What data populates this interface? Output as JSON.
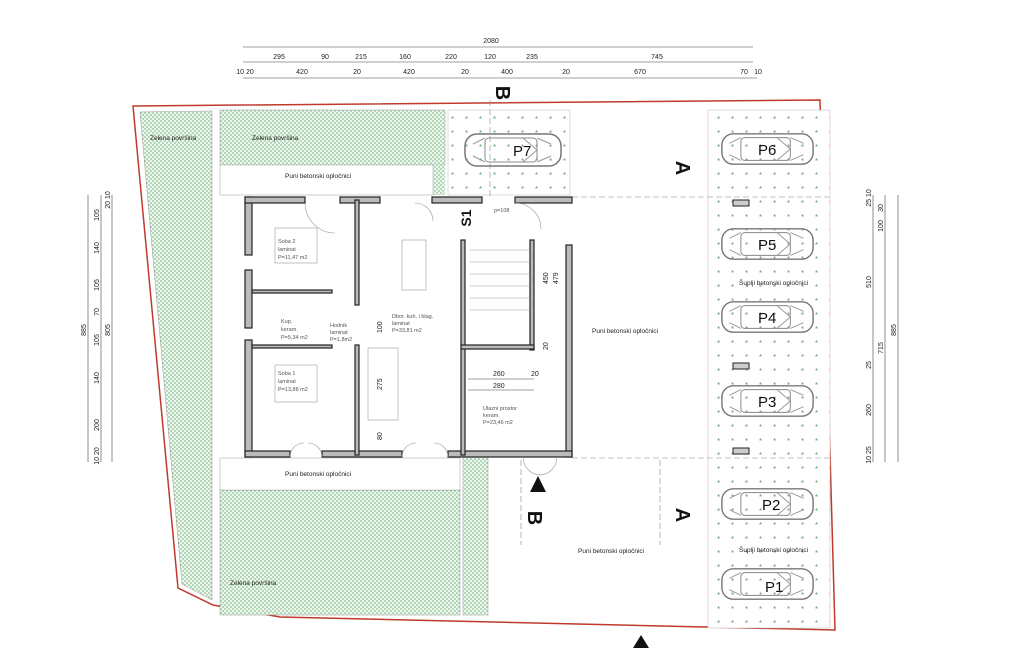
{
  "colors": {
    "boundary": "#c0392b",
    "green_area": "#7cc08a",
    "wall": "#bbbbbb"
  },
  "dimensions": {
    "top_total": "2080",
    "top_row2": [
      "295",
      "90",
      "215",
      "160",
      "220",
      "120",
      "235",
      "745"
    ],
    "top_row3": [
      "10 20",
      "420",
      "20",
      "420",
      "20",
      "400",
      "20",
      "670",
      "70",
      "10"
    ],
    "left_total": "885",
    "left_inner": "805",
    "left_segments": [
      "20 10",
      "105",
      "140",
      "105",
      "70",
      "105",
      "140",
      "200",
      "10 20"
    ],
    "right_segments": [
      "25 10",
      "510",
      "25",
      "260",
      "10 25"
    ],
    "right_inner": [
      "30",
      "100",
      "715"
    ],
    "right_total": "885"
  },
  "zones": {
    "green_1": "Zelena površina",
    "green_2": "Zelena površina",
    "green_3": "Zelena površina",
    "paving_1": "Puni  betonski opločnici",
    "paving_2": "Puni  betonski opločnici",
    "paving_3": "Puni  betonski opločnici",
    "paving_4": "Puni  betonski opločnici",
    "hollow_1": "Šuplji betonski opločnici",
    "hollow_2": "Šuplji betonski opločnici"
  },
  "rooms": [
    {
      "name": "Soba 2",
      "floor": "laminat",
      "area": "P=11,47 m2"
    },
    {
      "name": "Kup.",
      "floor": "keram.",
      "area": "P=5,34 m2"
    },
    {
      "name": "Hodnik",
      "floor": "laminat",
      "area": "P=1,8m2"
    },
    {
      "name": "Soba 1",
      "floor": "laminat",
      "area": "P=13,88 m2"
    },
    {
      "name": "Dbor. kuh. i blag.",
      "floor": "laminat",
      "area": "P=33,81 m2"
    },
    {
      "name": "Ulazni prostor",
      "floor": "keram.",
      "area": "P=23,46 m2"
    }
  ],
  "inner_dims": {
    "d100": "100",
    "d275": "275",
    "d80": "80",
    "d260": "260",
    "d20a": "20",
    "d280": "280",
    "d450": "450",
    "d479": "479",
    "d20b": "20",
    "stair": "p=108"
  },
  "stair_label": "S1",
  "section_labels": {
    "a": "A",
    "b": "B"
  },
  "parking": [
    "P1",
    "P2",
    "P3",
    "P4",
    "P5",
    "P6",
    "P7"
  ]
}
